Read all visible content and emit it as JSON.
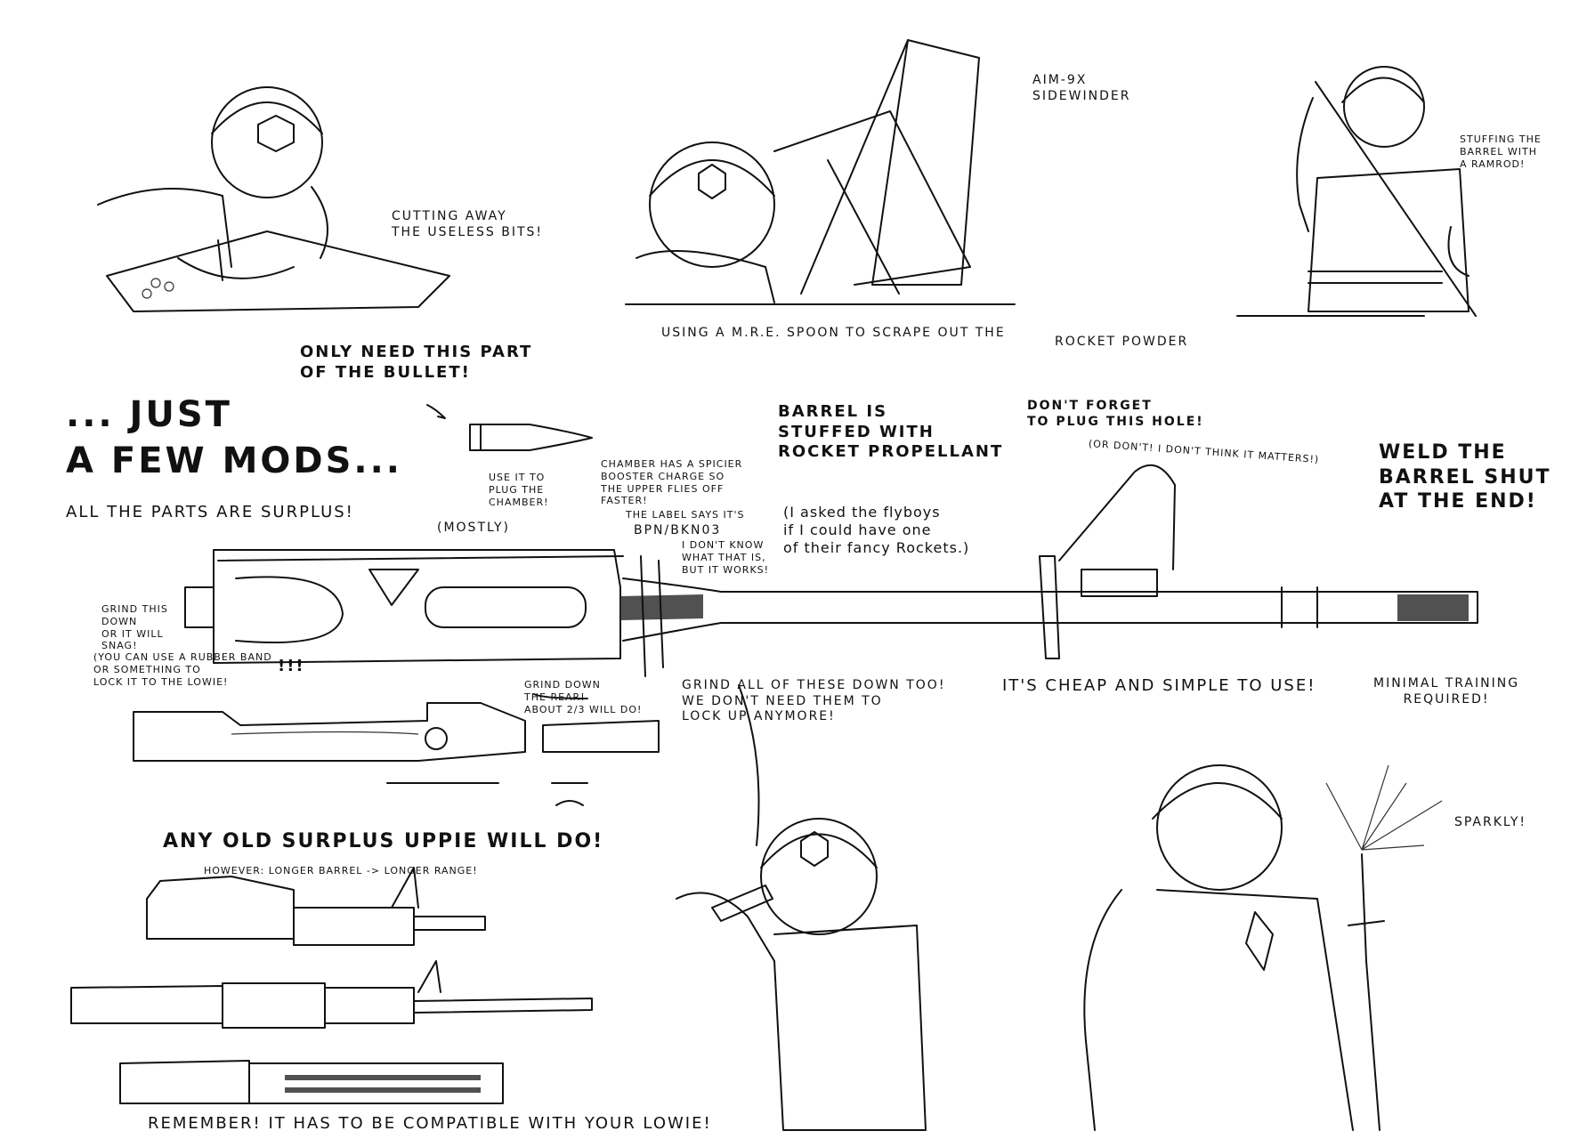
{
  "annotations": {
    "cutting": "Cutting away\nthe useless bits!",
    "missile": "AIM-9X\nSidewinder",
    "ramrod": "Stuffing the\nbarrel with\na ramrod!",
    "spoon": "Using a M.R.E. spoon to scrape out the",
    "rocket_powder": "rocket powder",
    "bullet": "Only need this part\nof the bullet!",
    "title": "... Just\nA few mods...",
    "surplus": "All the parts are surplus!",
    "mostly": "(Mostly)",
    "plug_chamber": "Use it to\nplug the\nchamber!",
    "chamber_charge": "Chamber has a spicier\nbooster charge so\nthe upper flies off\nfaster!",
    "label_says": "The label says it's",
    "label_code": "BPN/BKN03",
    "dont_know": "I don't know\nwhat that is,\nbut it works!",
    "barrel_stuffed": "Barrel is\nstuffed with\nrocket propellant",
    "flyboys": "(I asked the flyboys\nif I could have one\nof their fancy Rockets.)",
    "plug_hole": "Don't forget\nto plug this hole!",
    "or_dont": "(or don't! I don't think it matters!)",
    "weld": "Weld the\nbarrel shut\nat the end!",
    "grind_snag": "Grind this\ndown\nor it will\nsnag!",
    "rubber_band": "(You can use a rubber band\nor something to\nlock it to the lowie!",
    "exclaim": "!!!",
    "grind_rear": "Grind down\nthe rear!\nAbout 2/3 will do!",
    "grind_all": "Grind all of these down too!\nWe don't need them to\nlock up anymore!",
    "cheap": "It's cheap and simple to use!",
    "training": "Minimal training\nrequired!",
    "any_uppie": "Any old surplus uppie will do!",
    "however": "However: longer barrel -> longer range!",
    "sparkly": "Sparkly!",
    "remember": "Remember! It has to be compatible with your lowie!"
  }
}
